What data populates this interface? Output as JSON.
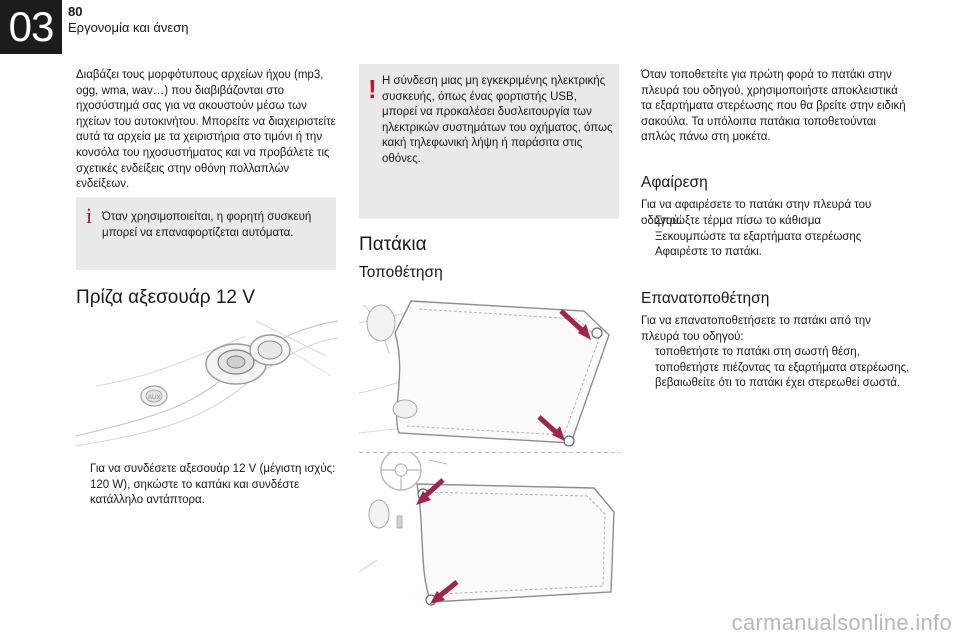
{
  "header": {
    "chapter": "03",
    "page_number": "80",
    "section_title": "Εργονομία και άνεση"
  },
  "col1": {
    "intro": "Διαβάζει τους μορφότυπους αρχείων ήχου (mp3, ogg, wma, wav…) που διαβιβάζονται στο ηχοσύστημά σας για να ακουστούν μέσω των ηχείων του αυτοκινήτου. Μπορείτε να διαχειριστείτε αυτά τα αρχεία με τα χειριστήρια στο τιμόνι ή την κονσόλα του ηχοσυστήματος και να προβάλετε τις σχετικές ενδείξεις στην οθόνη πολλαπλών ενδείξεων.",
    "info_note": "Όταν χρησιμοποιείται, η φορητή συσκευή μπορεί να επαναφορτίζεται αυτόματα.",
    "heading": "Πρίζα αξεσουάρ 12 V",
    "bullet": "Για να συνδέσετε αξεσουάρ 12 V (μέγιστη ισχύς: 120 W), σηκώστε το καπάκι και συνδέστε κατάλληλο αντάπτορα."
  },
  "col2": {
    "warning": "Η σύνδεση μιας μη εγκεκριμένης ηλεκτρικής συσκευής, όπως ένας φορτιστής USB, μπορεί να προκαλέσει δυσλειτουργία των ηλεκτρικών συστημάτων του οχήματος, όπως κακή τηλεφωνική λήψη ή παράσιτα στις οθόνες.",
    "heading": "Πατάκια",
    "subheading": "Τοποθέτηση"
  },
  "col3": {
    "intro": "Όταν τοποθετείτε για πρώτη φορά το πατάκι στην πλευρά του οδηγού, χρησιμοποιήστε αποκλειστικά τα εξαρτήματα στερέωσης που θα βρείτε στην ειδική σακούλα. Τα υπόλοιπα πατάκια τοποθετούνται απλώς πάνω στη μοκέτα.",
    "removal_heading": "Αφαίρεση",
    "removal_intro": "Για να αφαιρέσετε το πατάκι στην πλευρά του οδηγού:",
    "removal_steps": [
      "Σπρώξτε τέρμα πίσω το κάθισμα",
      "Ξεκουμπώστε τα εξαρτήματα στερέωσης",
      "Αφαιρέστε το πατάκι."
    ],
    "refit_heading": "Επανατοποθέτηση",
    "refit_intro": "Για να επανατοποθετήσετε το πατάκι από την πλευρά του οδηγού:",
    "refit_steps": [
      "τοποθετήστε το πατάκι στη σωστή θέση,",
      "τοποθετήστε πιέζοντας τα εξαρτήματα στερέωσης,",
      "βεβαιωθείτε ότι το πατάκι έχει στερεωθεί σωστά."
    ]
  },
  "socket_illustration": {
    "label": "AUX"
  },
  "symbols": {
    "bullet": "",
    "info": "i",
    "warning": "!"
  },
  "watermark": "carmanualsonline.info",
  "colors": {
    "chapter_tab": "#1c1c1c",
    "box_grey": "#e9e9e9",
    "arrow": "#a3224f",
    "warning_red": "#c8102e"
  }
}
